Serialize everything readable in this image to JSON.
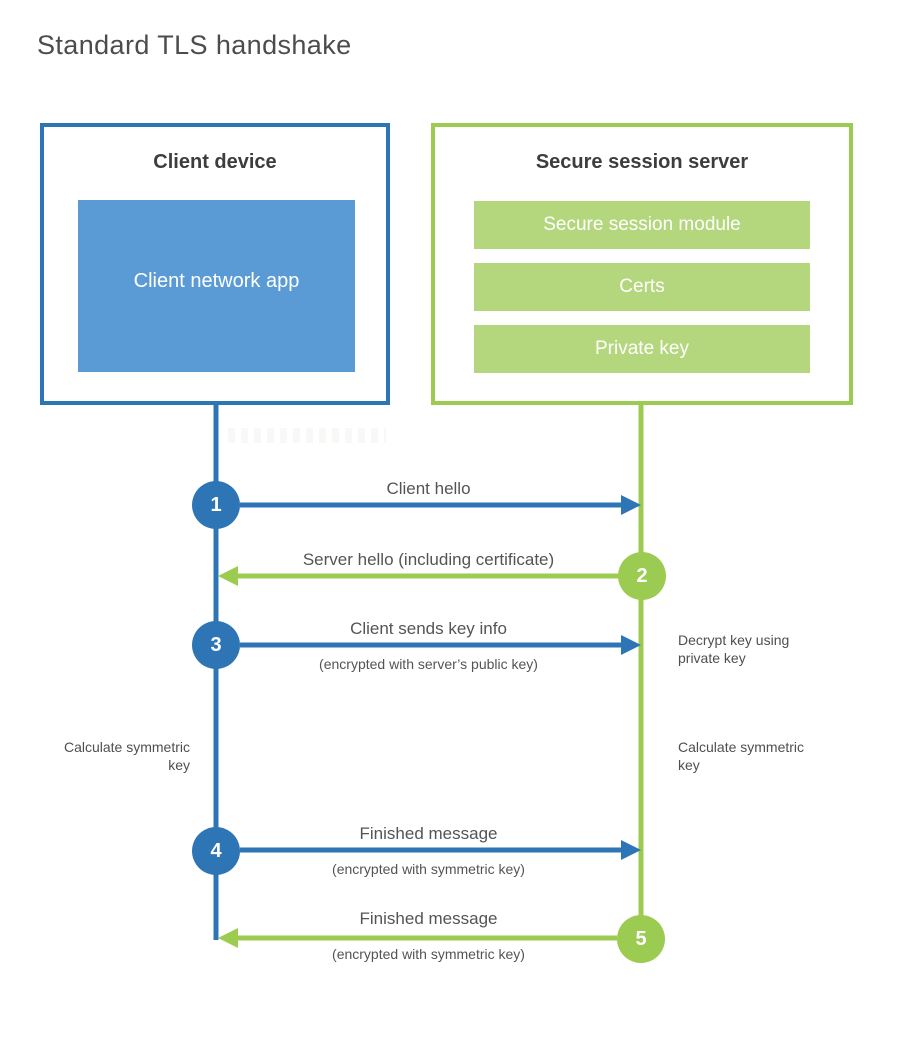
{
  "title": "Standard TLS handshake",
  "client": {
    "title": "Client device",
    "app_label": "Client network app"
  },
  "server": {
    "title": "Secure session server",
    "modules": [
      "Secure session module",
      "Certs",
      "Private key"
    ]
  },
  "steps": [
    {
      "number": "1",
      "actor": "client",
      "direction": "right",
      "label": "Client hello",
      "sublabel": ""
    },
    {
      "number": "2",
      "actor": "server",
      "direction": "left",
      "label": "Server hello (including certificate)",
      "sublabel": ""
    },
    {
      "number": "3",
      "actor": "client",
      "direction": "right",
      "label": "Client sends key info",
      "sublabel": "(encrypted with server’s public key)"
    },
    {
      "number": "4",
      "actor": "client",
      "direction": "right",
      "label": "Finished message",
      "sublabel": "(encrypted with symmetric key)"
    },
    {
      "number": "5",
      "actor": "server",
      "direction": "left",
      "label": "Finished message",
      "sublabel": "(encrypted with symmetric key)"
    }
  ],
  "side_notes": {
    "decrypt": "Decrypt key using private key",
    "calc_left": "Calculate symmetric key",
    "calc_right": "Calculate symmetric key"
  },
  "colors": {
    "blue": "#2e75b6",
    "blue_fill": "#5b9bd5",
    "green": "#9ccb52",
    "green_fill": "#b4d77e",
    "label_text": "#545454"
  }
}
